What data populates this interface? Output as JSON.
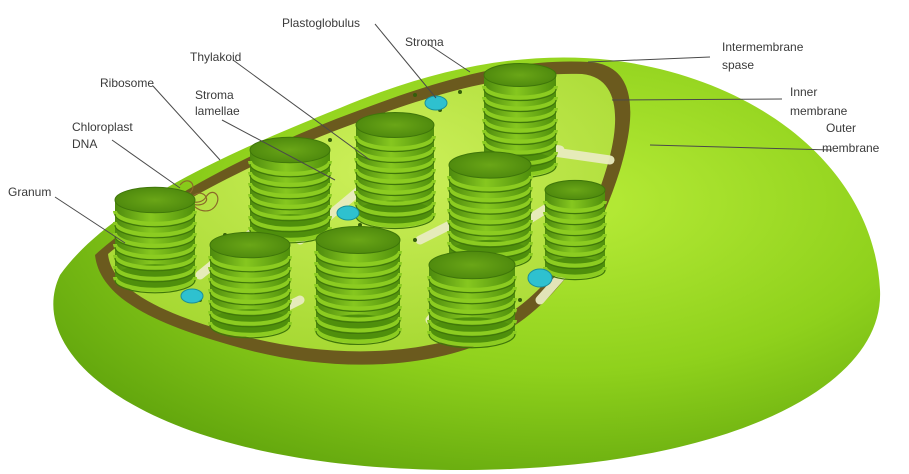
{
  "labels": {
    "plastoglobulus": "Plastoglobulus",
    "stroma": "Stroma",
    "thylakoid": "Thylakoid",
    "ribosome": "Ribosome",
    "stroma_lamellae_line1": "Stroma",
    "stroma_lamellae_line2": "lamellae",
    "chloroplast_dna_line1": "Chloroplast",
    "chloroplast_dna_line2": "DNA",
    "granum": "Granum",
    "intermembrane_line1": "Intermembrane",
    "intermembrane_line2": "spase",
    "inner_membrane_line1": "Inner",
    "inner_membrane_line2": "membrane",
    "outer_membrane_line1": "Outer",
    "outer_membrane_line2": "membrane"
  },
  "colors": {
    "outer_membrane": "#8fd11c",
    "inner_membrane": "#6b5a1e",
    "stroma": "#b6e23a",
    "granum_dark": "#4f8f0c",
    "granum_light": "#8ccc21",
    "lamellae": "#e9ecc0",
    "plastoglobulus": "#2ec1cf",
    "label_text": "#3a3a3a"
  }
}
